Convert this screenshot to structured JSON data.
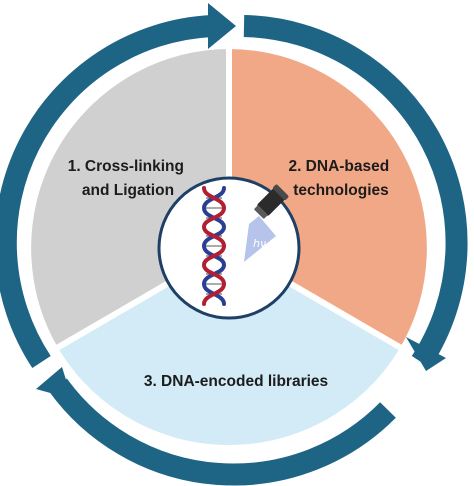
{
  "sections": [
    {
      "line1": "1. Cross-linking",
      "line2": "and Ligation",
      "fill": "#d0d0d0"
    },
    {
      "line1": "2. DNA-based",
      "line2": "technologies",
      "fill": "#f1a887"
    },
    {
      "line1": "3. DNA-encoded libraries",
      "fill": "#d3eaf7"
    }
  ],
  "center": {
    "light_symbol": "hν"
  },
  "colors": {
    "arrow": "#1e6585",
    "strand_red": "#b01f32",
    "strand_blue": "#2a3f92",
    "outline": "#1e3f66"
  }
}
